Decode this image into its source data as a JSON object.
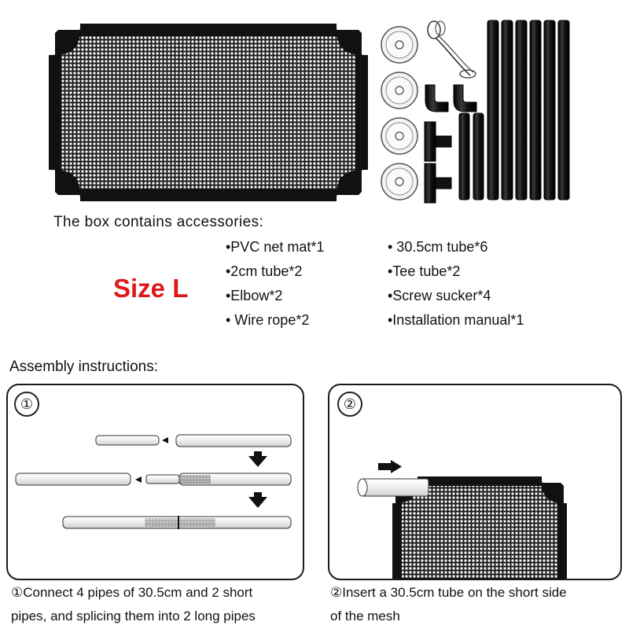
{
  "contents_heading": "The box contains accessories:",
  "size_label": "Size L",
  "accessories_left": [
    "•PVC net mat*1",
    "•2cm tube*2",
    "•Elbow*2",
    "• Wire rope*2"
  ],
  "accessories_right": [
    "• 30.5cm tube*6",
    "•Tee tube*2",
    "•Screw sucker*4",
    "•Installation manual*1"
  ],
  "assembly_heading": "Assembly instructions:",
  "steps": [
    {
      "number": "①",
      "caption_lines": [
        "①Connect 4 pipes of 30.5cm and 2 short",
        "pipes, and splicing them into 2 long pipes"
      ]
    },
    {
      "number": "②",
      "caption_lines": [
        "②Insert a 30.5cm tube on the short side",
        "of the mesh"
      ]
    }
  ],
  "icons": [
    "net-mat-illustration",
    "screw-sucker-icon",
    "wire-rope-icon",
    "elbow-tube-icon",
    "tee-tube-icon",
    "short-tube-icon",
    "long-tube-icon",
    "arrow-right-icon",
    "arrow-down-icon"
  ],
  "colors": {
    "size_label": "#e01818",
    "ink": "#111111",
    "mesh_bg": "#1a1a1a"
  }
}
